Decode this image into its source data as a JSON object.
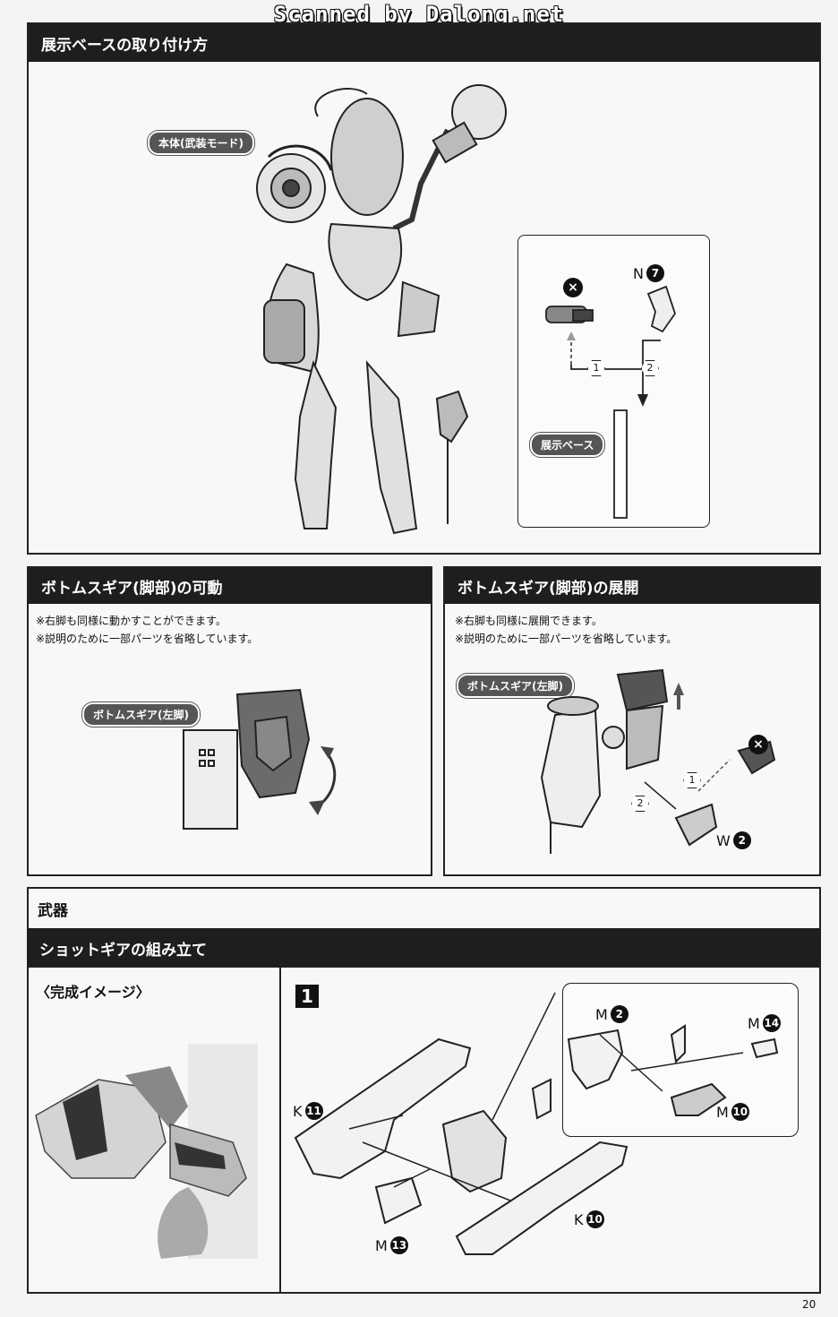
{
  "watermark": "Scanned by Dalong.net",
  "page_number": "20",
  "section1": {
    "title": "展示ベースの取り付け方",
    "body_label": "本体(武装モード)",
    "base_label": "展示ベース",
    "part": {
      "letter": "N",
      "number": "7"
    },
    "steps": [
      "1",
      "2"
    ],
    "remove_mark": "×"
  },
  "section2": {
    "title": "ボトムスギア(脚部)の可動",
    "notes": [
      "※右脚も同様に動かすことができます。",
      "※説明のために一部パーツを省略しています。"
    ],
    "label": "ボトムスギア(左脚)"
  },
  "section3": {
    "title": "ボトムスギア(脚部)の展開",
    "notes": [
      "※右脚も同様に展開できます。",
      "※説明のために一部パーツを省略しています。"
    ],
    "label": "ボトムスギア(左脚)",
    "part": {
      "letter": "W",
      "number": "2"
    },
    "steps": [
      "1",
      "2"
    ],
    "remove_mark": "×"
  },
  "section4": {
    "header": "武器",
    "title": "ショットギアの組み立て",
    "complete_label": "〈完成イメージ〉",
    "step_number": "1",
    "parts": [
      {
        "letter": "M",
        "number": "2"
      },
      {
        "letter": "M",
        "number": "14"
      },
      {
        "letter": "M",
        "number": "10"
      },
      {
        "letter": "K",
        "number": "11"
      },
      {
        "letter": "K",
        "number": "10"
      },
      {
        "letter": "M",
        "number": "13"
      }
    ]
  }
}
